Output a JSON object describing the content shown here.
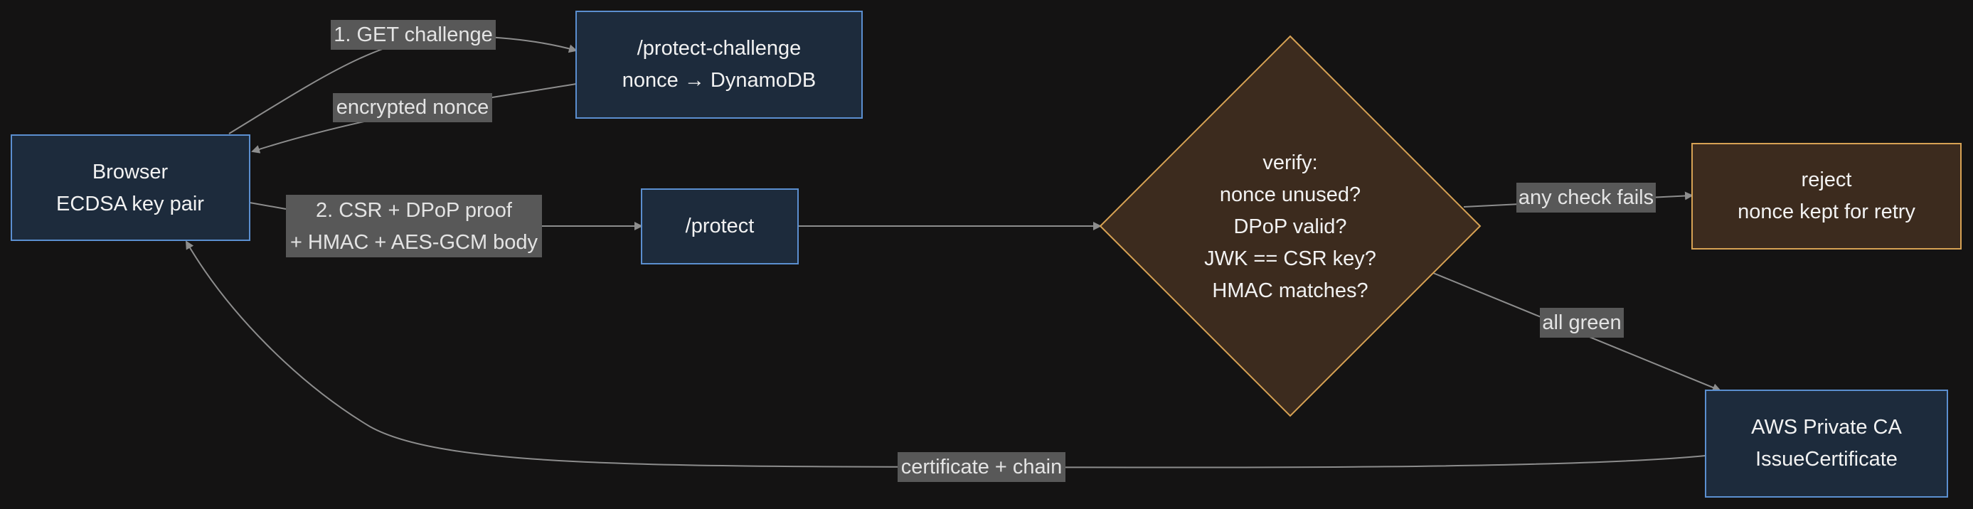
{
  "nodes": {
    "browser": {
      "line1": "Browser",
      "line2": "ECDSA key pair"
    },
    "protect_challenge": {
      "line1": "/protect-challenge",
      "line2": "nonce → DynamoDB"
    },
    "protect": {
      "line1": "/protect"
    },
    "verify": {
      "line1": "verify:",
      "line2": "nonce unused?",
      "line3": "DPoP valid?",
      "line4": "JWK == CSR key?",
      "line5": "HMAC matches?"
    },
    "reject": {
      "line1": "reject",
      "line2": "nonce kept for retry"
    },
    "aws_ca": {
      "line1": "AWS Private CA",
      "line2": "IssueCertificate"
    }
  },
  "edges": {
    "get_challenge": "1. GET challenge",
    "encrypted_nonce": "encrypted nonce",
    "csr_line1": "2. CSR + DPoP proof",
    "csr_line2": "+ HMAC + AES-GCM body",
    "any_check_fails": "any check fails",
    "all_green": "all green",
    "certificate_chain": "certificate + chain"
  },
  "colors": {
    "background": "#141313",
    "node_fill": "#1d2b3c",
    "node_border": "#5b8fd0",
    "decision_fill": "#3c2b1e",
    "decision_border": "#d7a254",
    "edge": "#8d8d8d",
    "label_bg": "#585858"
  }
}
